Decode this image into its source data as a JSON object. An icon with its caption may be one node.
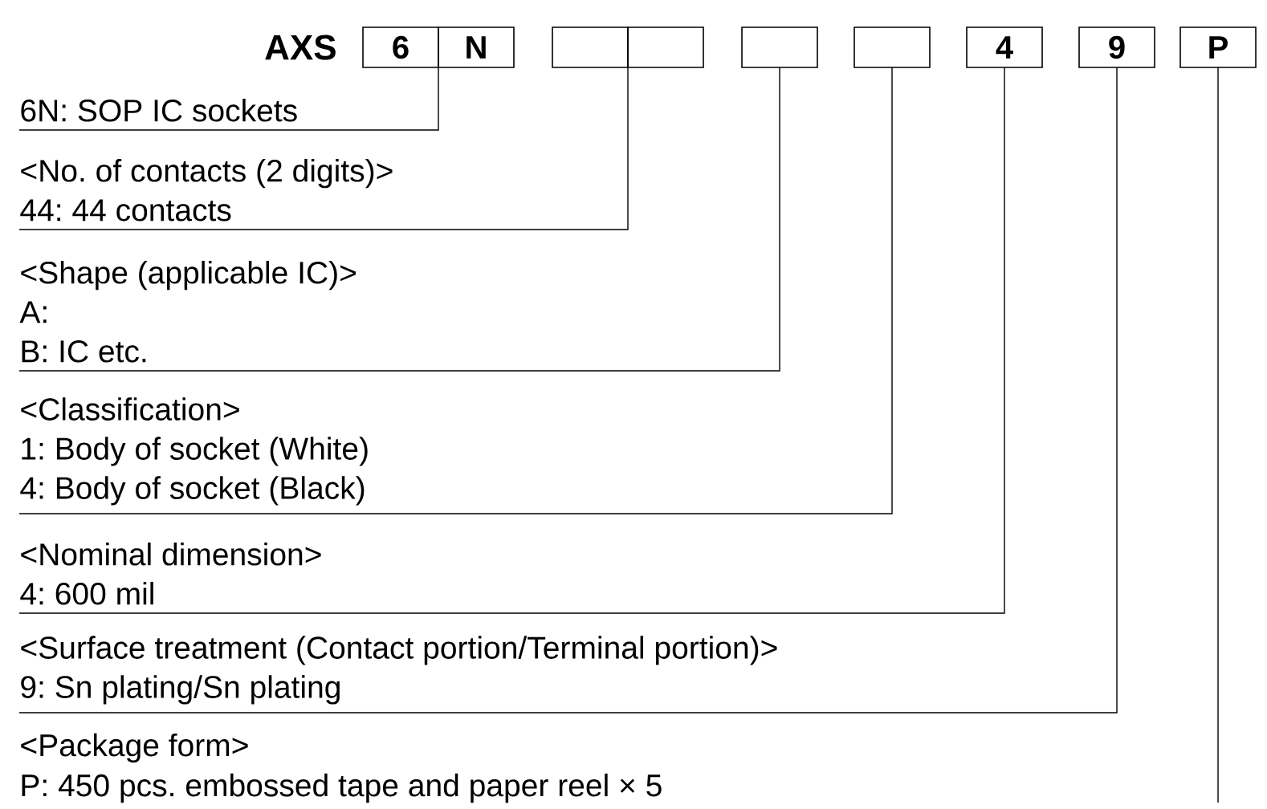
{
  "diagram": {
    "nodes": [
      {
        "text": [
          "6"
        ]
      },
      {
        "text": [
          "N"
        ]
      },
      {
        "text": [],
        "shape": "box"
      },
      {
        "text": [],
        "shape": "box"
      },
      {
        "text": [],
        "shape": "box"
      },
      {
        "text": [],
        "shape": "box"
      },
      {
        "text": [
          "4"
        ]
      },
      {
        "text": [
          "9"
        ]
      },
      {
        "text": [
          "P"
        ]
      },
      {
        "text": [
          "6N: SOP IC sockets"
        ]
      },
      {
        "text": [
          "<No. of contacts (2 digits)>",
          "44: 44 contacts"
        ]
      },
      {
        "text": [
          "<Shape (applicable IC)>",
          "A:",
          "B: IC etc."
        ]
      },
      {
        "text": [
          "<Classification>",
          "1: Body of socket (White)",
          "4: Body of socket (Black)"
        ]
      },
      {
        "text": [
          "<Nominal dimension>",
          "4: 600 mil"
        ]
      },
      {
        "text": [
          "<Surface treatment (Contact portion/Terminal portion)>",
          "9: Sn plating/Sn plating"
        ]
      }
    ],
    "edges": [
      {
        "from": 9,
        "to": 0,
        "arrow": "none"
      },
      {
        "from": 9,
        "to": 1,
        "arrow": "none"
      },
      {
        "from": 10,
        "to": 2,
        "arrow": "none"
      },
      {
        "from": 10,
        "to": 3,
        "arrow": "none"
      },
      {
        "from": 11,
        "to": 4,
        "arrow": "none"
      },
      {
        "from": 12,
        "to": 5,
        "arrow": "none"
      },
      {
        "from": 13,
        "to": 6,
        "arrow": "none"
      },
      {
        "from": 14,
        "to": 7,
        "arrow": "none"
      },
      {
        "from": null,
        "to": 8,
        "arrow": "none"
      }
    ],
    "labels": [
      "AXS",
      "<Package form>",
      "P: 450 pcs. embossed tape and paper reel × 5"
    ]
  }
}
